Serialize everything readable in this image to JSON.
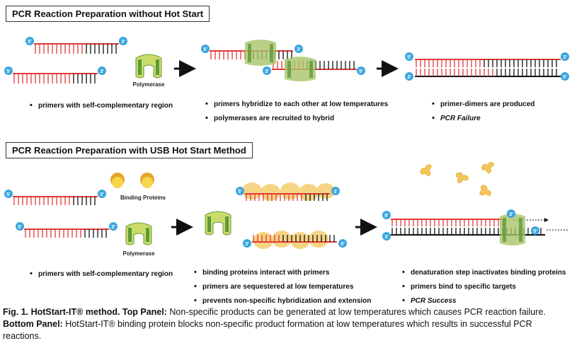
{
  "top_panel": {
    "title": "PCR Reaction Preparation without Hot Start",
    "polymerase_label": "Polymerase",
    "col1_bullets": [
      "primers with self-complementary region"
    ],
    "col2_bullets": [
      "primers hybridize to each other at low temperatures",
      "polymerases are recruited to hybrid"
    ],
    "col3_bullets": [
      "primer-dimers are produced",
      "PCR Failure"
    ]
  },
  "bottom_panel": {
    "title": "PCR Reaction Preparation with USB Hot Start Method",
    "binding_proteins_label": "Binding Proteins",
    "polymerase_label": "Polymerase",
    "col1_bullets": [
      "primers with self-complementary region"
    ],
    "col2_bullets": [
      "binding proteins interact with primers",
      "primers are sequestered at low temperatures",
      "prevents non-specific hybridization and extension"
    ],
    "col3_bullets": [
      "denaturation step inactivates binding proteins",
      "primers bind to specific targets",
      "PCR Success"
    ]
  },
  "end_labels": {
    "five_prime": "5'",
    "three_prime": "3'"
  },
  "caption": {
    "line1_bold": "Fig. 1. HotStart-IT® method. Top Panel:",
    "line1_text": " Non-specific products can be generated at low temperatures which causes PCR reaction failure.",
    "line2_bold": "Bottom Panel:",
    "line2_text": " HotStart-IT® binding protein blocks non-specific product formation at low temperatures which results in successful PCR reactions."
  },
  "colors": {
    "strand_red": "#e03a3a",
    "strand_black": "#111111",
    "end_circle": "#3aa6dd",
    "polymerase_light": "#c9dc6a",
    "polymerase_dark": "#5f9a3a",
    "binding_protein_dark": "#e4a52a",
    "binding_protein_light": "#f6d64a",
    "blob": "#f2c65a"
  }
}
